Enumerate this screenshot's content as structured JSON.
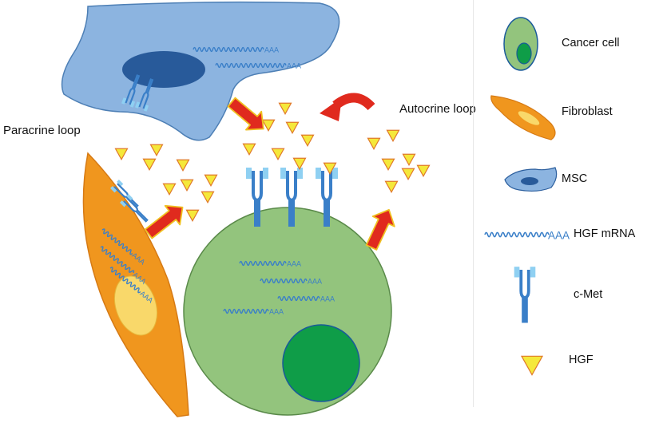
{
  "labels": {
    "paracrine_loop": "Paracrine loop",
    "autocrine_loop": "Autocrine loop",
    "polya_tail": "AAA"
  },
  "legend": {
    "cancer_cell": "Cancer cell",
    "fibroblast": "Fibroblast",
    "msc": "MSC",
    "hgf_mrna": "HGF mRNA",
    "c_met": "c-Met",
    "hgf": "HGF"
  },
  "colors": {
    "cancer_cell_fill": "#93c47d",
    "cancer_nucleus": "#0f9d48",
    "fibroblast_fill": "#f0961e",
    "fibroblast_nucleus": "#f9d86a",
    "msc_fill": "#8cb4e0",
    "msc_nucleus": "#285a9a",
    "mrna_wave": "#3a7fc8",
    "receptor_stem": "#3a7fc8",
    "receptor_head": "#8fd0f2",
    "hgf_fill": "#f5e83a",
    "hgf_stroke": "#e0782a",
    "arrow_fill": "#e02a1e",
    "arrow_stroke": "#f0c020"
  }
}
